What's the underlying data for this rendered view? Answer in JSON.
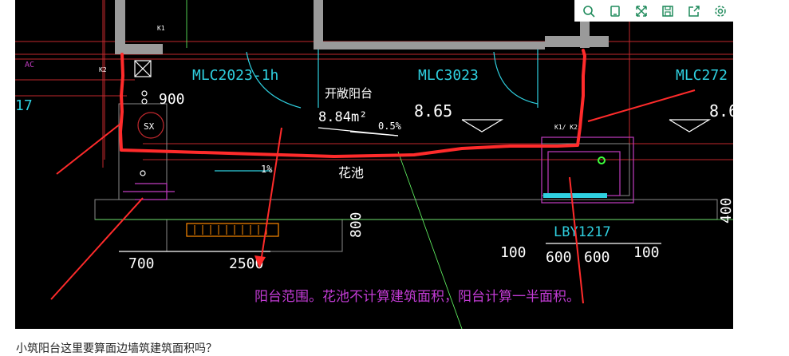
{
  "drawing": {
    "labels": {
      "mlc_left": "MLC2023-1h",
      "mlc_mid": "MLC3023",
      "mlc_right": "MLC272",
      "balcony": "开敞阳台",
      "area": "8.84m²",
      "elev_mid": "8.65",
      "elev_right": "8.6",
      "slope1": "0.5%",
      "slope2": "1%",
      "planter": "花池",
      "dim_900": "900",
      "sx": "SX",
      "lby": "LBY1217",
      "dim_700": "700",
      "dim_2500": "2500",
      "dim_800": "800",
      "dim_100a": "100",
      "dim_600a": "600",
      "dim_600b": "600",
      "dim_100b": "100",
      "dim_400": "400",
      "k1": "K1",
      "k2": "K2",
      "k1k2": "K1/ K2",
      "left_edge": "17",
      "ac": "AC"
    },
    "annotation": "阳台范围。花池不计算建筑面积，阳台计算一半面积。",
    "annotation_color": "#c23bd4",
    "marker_color": "#ff2b2b"
  },
  "toolbar": {
    "icons": [
      "search-icon",
      "copy-icon",
      "expand-icon",
      "save-icon",
      "share-icon",
      "settings-icon"
    ]
  },
  "footer": {
    "text": "小筑阳台这里要算面边墙筑建筑面积吗？"
  }
}
